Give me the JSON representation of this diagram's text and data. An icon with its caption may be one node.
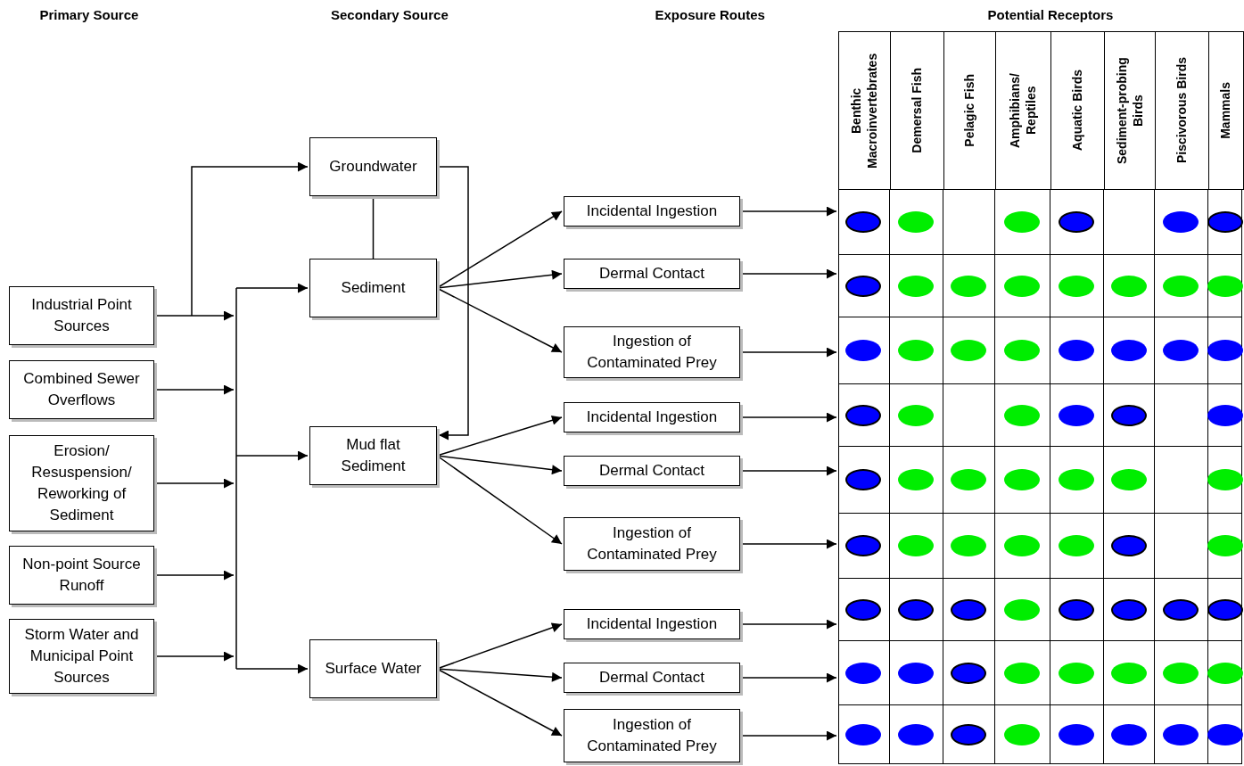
{
  "diagram": {
    "nodes": [
      {
        "text": [
          "Industrial Point Sources"
        ]
      },
      {
        "text": [
          "Combined Sewer Overflows"
        ]
      },
      {
        "text": [
          "Erosion/ Resuspension/ Reworking of Sediment"
        ]
      },
      {
        "text": [
          "Non-point Source Runoff"
        ]
      },
      {
        "text": [
          "Storm Water and Municipal Point Sources"
        ]
      },
      {
        "text": [
          "Groundwater"
        ]
      },
      {
        "text": [
          "Sediment"
        ]
      },
      {
        "text": [
          "Mud flat Sediment"
        ]
      },
      {
        "text": [
          "Surface Water"
        ]
      },
      {
        "text": [
          "Incidental Ingestion"
        ]
      },
      {
        "text": [
          "Dermal Contact"
        ]
      },
      {
        "text": [
          "Ingestion of Contaminated Prey"
        ]
      },
      {
        "text": [
          "Incidental Ingestion"
        ]
      },
      {
        "text": [
          "Dermal Contact"
        ]
      },
      {
        "text": [
          "Ingestion of Contaminated Prey"
        ]
      },
      {
        "text": [
          "Incidental Ingestion"
        ]
      },
      {
        "text": [
          "Dermal Contact"
        ]
      },
      {
        "text": [
          "Ingestion of Contaminated Prey"
        ]
      },
      {
        "text": [],
        "shape": "box"
      },
      {
        "text": [],
        "shape": "box"
      },
      {
        "text": [],
        "shape": "box"
      },
      {
        "text": [],
        "shape": "box"
      },
      {
        "text": [],
        "shape": "box"
      },
      {
        "text": [],
        "shape": "box"
      },
      {
        "text": [],
        "shape": "box"
      },
      {
        "text": [],
        "shape": "box"
      },
      {
        "text": [],
        "shape": "box"
      }
    ],
    "edges": [
      {
        "from": 0,
        "to": 5,
        "arrow": "to"
      },
      {
        "from": 0,
        "to": 6,
        "arrow": "to"
      },
      {
        "from": 0,
        "to": 7,
        "arrow": "to"
      },
      {
        "from": 0,
        "to": 8,
        "arrow": "to"
      },
      {
        "from": 1,
        "to": 6,
        "arrow": "to"
      },
      {
        "from": 1,
        "to": 7,
        "arrow": "to"
      },
      {
        "from": 1,
        "to": 8,
        "arrow": "to"
      },
      {
        "from": 2,
        "to": 6,
        "arrow": "to"
      },
      {
        "from": 2,
        "to": 7,
        "arrow": "to"
      },
      {
        "from": 2,
        "to": 8,
        "arrow": "to"
      },
      {
        "from": 3,
        "to": 6,
        "arrow": "to"
      },
      {
        "from": 3,
        "to": 7,
        "arrow": "to"
      },
      {
        "from": 3,
        "to": 8,
        "arrow": "to"
      },
      {
        "from": 4,
        "to": 6,
        "arrow": "to"
      },
      {
        "from": 4,
        "to": 7,
        "arrow": "to"
      },
      {
        "from": 4,
        "to": 8,
        "arrow": "to"
      },
      {
        "from": 5,
        "to": 6,
        "arrow": "none"
      },
      {
        "from": 5,
        "to": 7,
        "arrow": "to"
      },
      {
        "from": 6,
        "to": 9,
        "arrow": "to"
      },
      {
        "from": 6,
        "to": 10,
        "arrow": "to"
      },
      {
        "from": 6,
        "to": 11,
        "arrow": "to"
      },
      {
        "from": 7,
        "to": 12,
        "arrow": "to"
      },
      {
        "from": 7,
        "to": 13,
        "arrow": "to"
      },
      {
        "from": 7,
        "to": 14,
        "arrow": "to"
      },
      {
        "from": 8,
        "to": 15,
        "arrow": "to"
      },
      {
        "from": 8,
        "to": 16,
        "arrow": "to"
      },
      {
        "from": 8,
        "to": 17,
        "arrow": "to"
      },
      {
        "from": 9,
        "to": 18,
        "arrow": "to"
      },
      {
        "from": 10,
        "to": 19,
        "arrow": "to"
      },
      {
        "from": 11,
        "to": 20,
        "arrow": "to"
      },
      {
        "from": 12,
        "to": 21,
        "arrow": "to"
      },
      {
        "from": 13,
        "to": 22,
        "arrow": "to"
      },
      {
        "from": 14,
        "to": 23,
        "arrow": "to"
      },
      {
        "from": 15,
        "to": 24,
        "arrow": "to"
      },
      {
        "from": 16,
        "to": 25,
        "arrow": "to"
      },
      {
        "from": 17,
        "to": 26,
        "arrow": "to"
      }
    ],
    "labels": [
      "Primary Source",
      "Secondary Source",
      "Exposure Routes",
      "Potential Receptors",
      "Benthic Macroinvertebrates",
      "Demersal Fish",
      "Pelagic Fish",
      "Amphibians/ Reptiles",
      "Aquatic Birds",
      "Sediment-probing Birds",
      "Piscivorous Birds",
      "Mammals"
    ]
  }
}
